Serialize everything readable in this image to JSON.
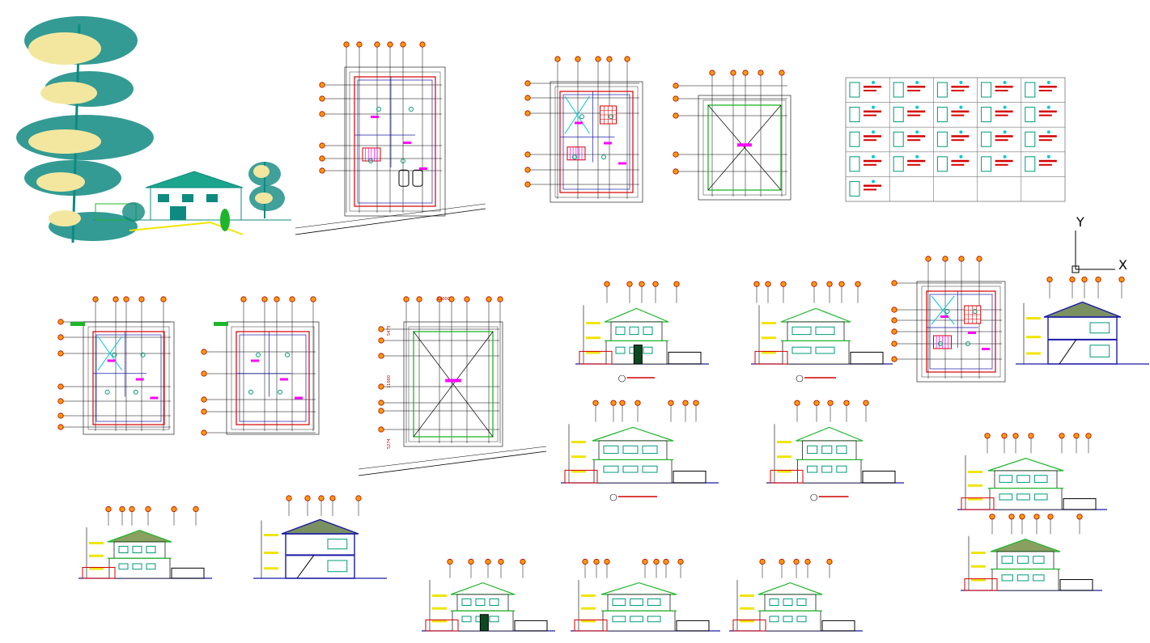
{
  "sheet": {
    "background": "#ffffff",
    "colors": {
      "line": "#000000",
      "wall_red": "#d40000",
      "roof_green": "#1fb52a",
      "cyan": "#00c8d8",
      "magenta": "#ff00ff",
      "yellow": "#f0e400",
      "blue": "#1a1aa8",
      "grid_bubble": "#ff9a00",
      "window": "#009a7a",
      "tree_dark": "#0f8a80",
      "tree_light": "#f3e7a0"
    }
  },
  "labels": {
    "site_dim_top": "12000",
    "site_dim_left_a": "5475",
    "site_dim_left_b": "11000",
    "site_dim_left_c": "5274"
  },
  "axis": {
    "y_label": "Y",
    "x_label": "X"
  },
  "door_schedule": {
    "rows": 5,
    "cols": 5,
    "filled": 21
  },
  "icons": {
    "tree": "tree-icon",
    "bubble": "grid-bubble-icon",
    "ucs": "ucs-axis-icon"
  }
}
